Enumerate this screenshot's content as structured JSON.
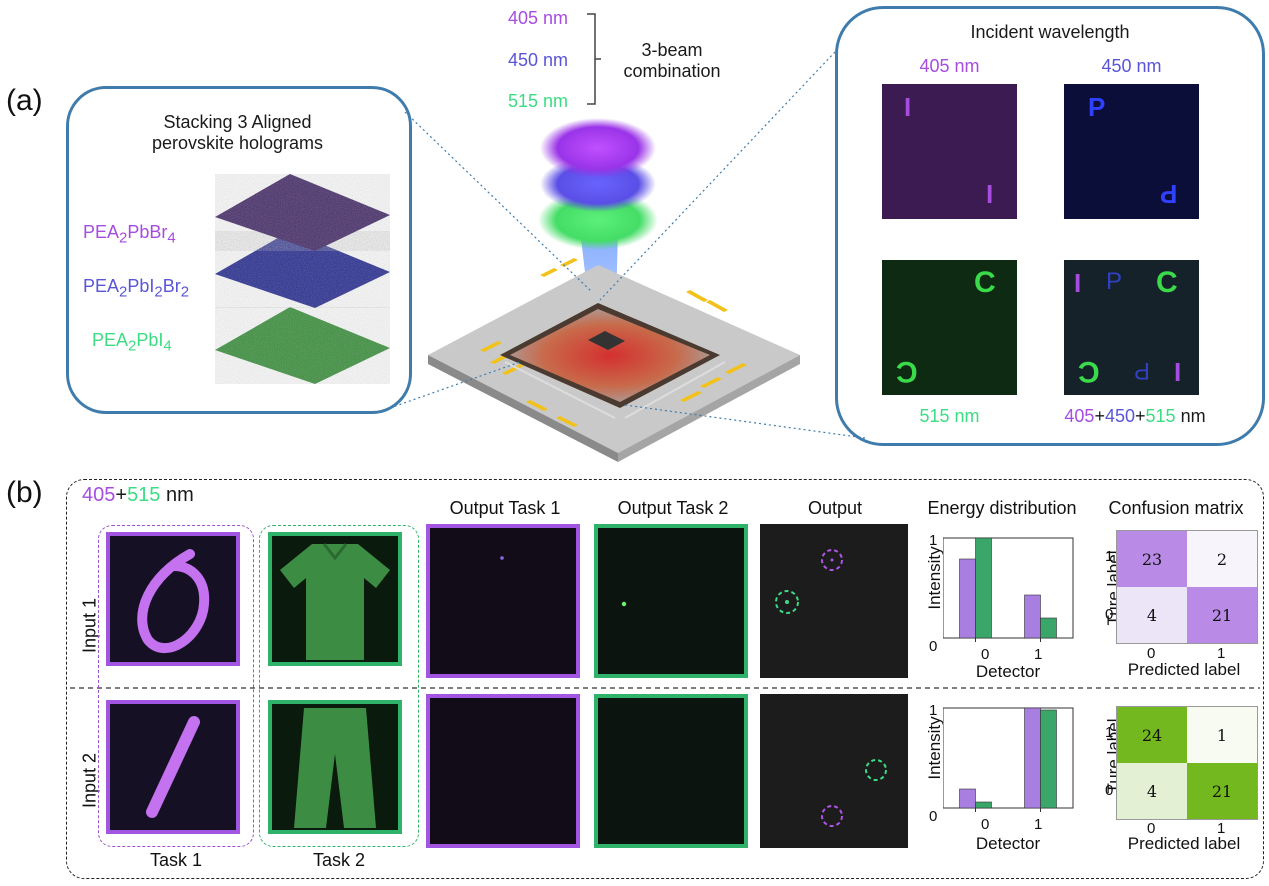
{
  "panel_a": {
    "label": "(a)",
    "beams": {
      "w405": "405 nm",
      "w450": "450 nm",
      "w515": "515 nm",
      "combination_line1": "3-beam",
      "combination_line2": "combination"
    },
    "stack": {
      "title_line1": "Stacking 3 Aligned",
      "title_line2": "perovskite holograms",
      "layer1": {
        "pre": "PEA",
        "s1": "2",
        "mid": "PbBr",
        "s2": "4"
      },
      "layer2": {
        "pre": "PEA",
        "s1": "2",
        "mid": "PbI",
        "s2": "2",
        "mid2": "Br",
        "s3": "2"
      },
      "layer3": {
        "pre": "PEA",
        "s1": "2",
        "mid": "PbI",
        "s2": "4"
      }
    },
    "incident": {
      "title": "Incident wavelength",
      "q405": "405 nm",
      "q450": "450 nm",
      "q515": "515 nm",
      "combo": {
        "a": "405",
        "plus1": "+",
        "b": "450",
        "plus2": "+",
        "c": "515",
        "unit": " nm"
      },
      "letters": {
        "l405": "I",
        "l450": "P",
        "l515": "C"
      }
    },
    "colors": {
      "purple": "#a64de0",
      "blue": "#5a55d6",
      "green": "#3ddc84",
      "frame": "#3f7cac"
    }
  },
  "panel_b": {
    "label": "(b)",
    "wavelengths": {
      "a": "405",
      "plus": "+",
      "b": "515",
      "unit": " nm"
    },
    "headers": {
      "out1": "Output Task 1",
      "out2": "Output Task 2",
      "out": "Output",
      "energy": "Energy distribution",
      "confusion": "Confusion matrix"
    },
    "rows": {
      "r1": "Input 1",
      "r2": "Input 2"
    },
    "tasks": {
      "t1": "Task 1",
      "t2": "Task 2"
    },
    "energy_axes": {
      "ylabel": "Intensity",
      "xlabel": "Detector",
      "y1": "1",
      "y0": "0",
      "x0": "0",
      "x1": "1"
    },
    "confusion_axes": {
      "ylabel": "Ture label",
      "xlabel": "Predicted label",
      "y1": "1",
      "y0": "0",
      "x0": "0",
      "x1": "1"
    }
  },
  "chart_data": [
    {
      "type": "bar",
      "categories": [
        "0",
        "1"
      ],
      "series": [
        {
          "values": [
            0.79,
            0.43
          ],
          "color": "#a87ee0"
        },
        {
          "values": [
            1.0,
            0.2
          ],
          "color": "#3aa66a"
        }
      ],
      "xlabel": "Detector",
      "ylabel": "Intensity",
      "ylim": [
        0,
        1
      ]
    },
    {
      "type": "table",
      "cells": [
        [
          23,
          2
        ],
        [
          4,
          21
        ]
      ],
      "row_labels": [
        "1",
        "0"
      ],
      "col_labels": [
        "0",
        "1"
      ],
      "xlabel": "Predicted label",
      "ylabel": "Ture label"
    },
    {
      "type": "bar",
      "categories": [
        "0",
        "1"
      ],
      "series": [
        {
          "values": [
            0.19,
            1.0
          ],
          "color": "#a87ee0"
        },
        {
          "values": [
            0.06,
            0.98
          ],
          "color": "#3aa66a"
        }
      ],
      "xlabel": "Detector",
      "ylabel": "Intensity",
      "ylim": [
        0,
        1
      ]
    },
    {
      "type": "table",
      "cells": [
        [
          24,
          1
        ],
        [
          4,
          21
        ]
      ],
      "row_labels": [
        "1",
        "0"
      ],
      "col_labels": [
        "0",
        "1"
      ],
      "xlabel": "Predicted label",
      "ylabel": "Ture label"
    }
  ]
}
